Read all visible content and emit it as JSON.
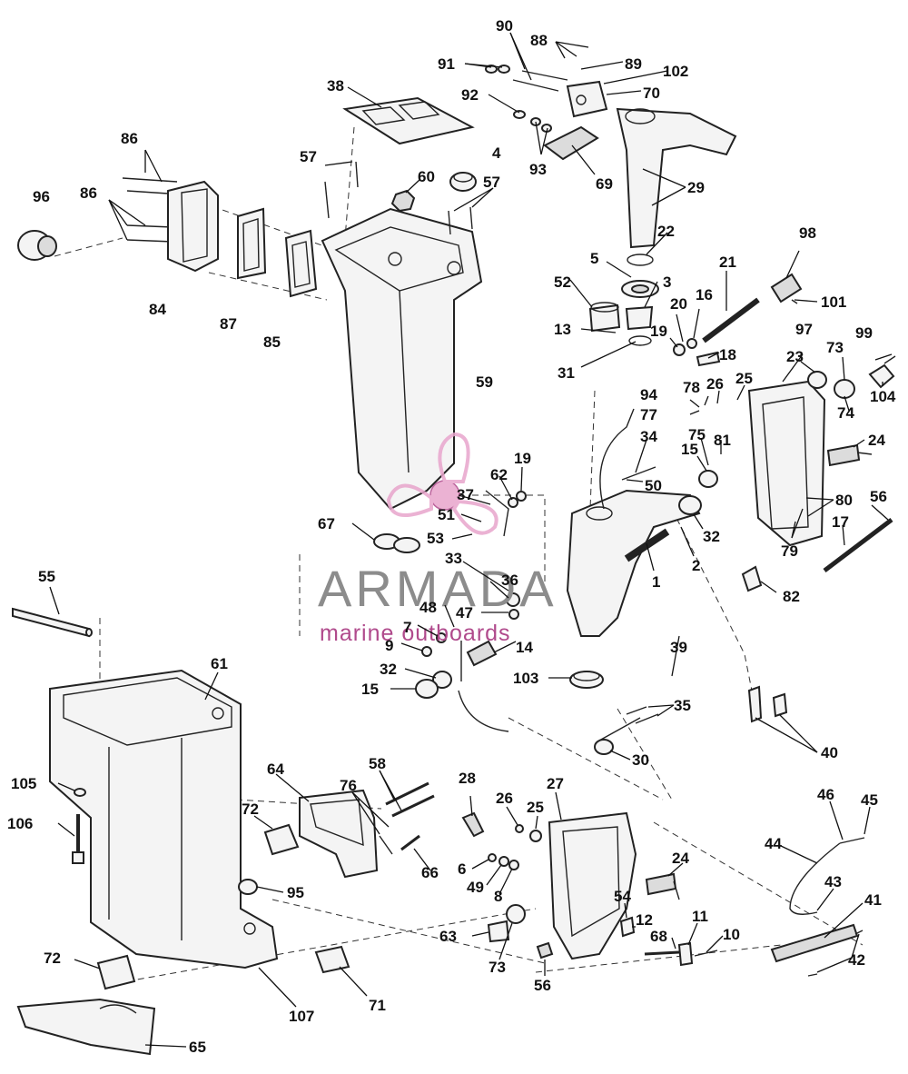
{
  "watermark": {
    "brand": "ARMADA",
    "tagline": "marine outboards",
    "accent_color": "#e8a5cc",
    "text_color": "#8c8c8c"
  },
  "callouts": [
    {
      "id": "c1",
      "label": "1"
    },
    {
      "id": "c2",
      "label": "2"
    },
    {
      "id": "c3",
      "label": "3"
    },
    {
      "id": "c4",
      "label": "4"
    },
    {
      "id": "c5",
      "label": "5"
    },
    {
      "id": "c6",
      "label": "6"
    },
    {
      "id": "c7",
      "label": "7"
    },
    {
      "id": "c8",
      "label": "8"
    },
    {
      "id": "c9",
      "label": "9"
    },
    {
      "id": "c10",
      "label": "10"
    },
    {
      "id": "c11",
      "label": "11"
    },
    {
      "id": "c12",
      "label": "12"
    },
    {
      "id": "c13",
      "label": "13"
    },
    {
      "id": "c14",
      "label": "14"
    },
    {
      "id": "c15a",
      "label": "15"
    },
    {
      "id": "c15b",
      "label": "15"
    },
    {
      "id": "c16",
      "label": "16"
    },
    {
      "id": "c17",
      "label": "17"
    },
    {
      "id": "c18",
      "label": "18"
    },
    {
      "id": "c19a",
      "label": "19"
    },
    {
      "id": "c19b",
      "label": "19"
    },
    {
      "id": "c20",
      "label": "20"
    },
    {
      "id": "c21",
      "label": "21"
    },
    {
      "id": "c22",
      "label": "22"
    },
    {
      "id": "c23",
      "label": "23"
    },
    {
      "id": "c24a",
      "label": "24"
    },
    {
      "id": "c24b",
      "label": "24"
    },
    {
      "id": "c25a",
      "label": "25"
    },
    {
      "id": "c25b",
      "label": "25"
    },
    {
      "id": "c26a",
      "label": "26"
    },
    {
      "id": "c26b",
      "label": "26"
    },
    {
      "id": "c27",
      "label": "27"
    },
    {
      "id": "c28",
      "label": "28"
    },
    {
      "id": "c29",
      "label": "29"
    },
    {
      "id": "c30",
      "label": "30"
    },
    {
      "id": "c31",
      "label": "31"
    },
    {
      "id": "c32a",
      "label": "32"
    },
    {
      "id": "c32b",
      "label": "32"
    },
    {
      "id": "c33",
      "label": "33"
    },
    {
      "id": "c34",
      "label": "34"
    },
    {
      "id": "c35",
      "label": "35"
    },
    {
      "id": "c36",
      "label": "36"
    },
    {
      "id": "c37",
      "label": "37"
    },
    {
      "id": "c38",
      "label": "38"
    },
    {
      "id": "c39",
      "label": "39"
    },
    {
      "id": "c40",
      "label": "40"
    },
    {
      "id": "c41",
      "label": "41"
    },
    {
      "id": "c42",
      "label": "42"
    },
    {
      "id": "c43",
      "label": "43"
    },
    {
      "id": "c44",
      "label": "44"
    },
    {
      "id": "c45",
      "label": "45"
    },
    {
      "id": "c46",
      "label": "46"
    },
    {
      "id": "c47",
      "label": "47"
    },
    {
      "id": "c48",
      "label": "48"
    },
    {
      "id": "c49",
      "label": "49"
    },
    {
      "id": "c50",
      "label": "50"
    },
    {
      "id": "c51",
      "label": "51"
    },
    {
      "id": "c52",
      "label": "52"
    },
    {
      "id": "c53",
      "label": "53"
    },
    {
      "id": "c54",
      "label": "54"
    },
    {
      "id": "c55",
      "label": "55"
    },
    {
      "id": "c56a",
      "label": "56"
    },
    {
      "id": "c56b",
      "label": "56"
    },
    {
      "id": "c57a",
      "label": "57"
    },
    {
      "id": "c57b",
      "label": "57"
    },
    {
      "id": "c58",
      "label": "58"
    },
    {
      "id": "c59",
      "label": "59"
    },
    {
      "id": "c60",
      "label": "60"
    },
    {
      "id": "c61",
      "label": "61"
    },
    {
      "id": "c62",
      "label": "62"
    },
    {
      "id": "c63",
      "label": "63"
    },
    {
      "id": "c64",
      "label": "64"
    },
    {
      "id": "c65",
      "label": "65"
    },
    {
      "id": "c66",
      "label": "66"
    },
    {
      "id": "c67",
      "label": "67"
    },
    {
      "id": "c68",
      "label": "68"
    },
    {
      "id": "c69",
      "label": "69"
    },
    {
      "id": "c70",
      "label": "70"
    },
    {
      "id": "c71",
      "label": "71"
    },
    {
      "id": "c72a",
      "label": "72"
    },
    {
      "id": "c72b",
      "label": "72"
    },
    {
      "id": "c73a",
      "label": "73"
    },
    {
      "id": "c73b",
      "label": "73"
    },
    {
      "id": "c74",
      "label": "74"
    },
    {
      "id": "c75",
      "label": "75"
    },
    {
      "id": "c76",
      "label": "76"
    },
    {
      "id": "c77",
      "label": "77"
    },
    {
      "id": "c78",
      "label": "78"
    },
    {
      "id": "c79",
      "label": "79"
    },
    {
      "id": "c80",
      "label": "80"
    },
    {
      "id": "c81",
      "label": "81"
    },
    {
      "id": "c82",
      "label": "82"
    },
    {
      "id": "c84",
      "label": "84"
    },
    {
      "id": "c85",
      "label": "85"
    },
    {
      "id": "c86a",
      "label": "86"
    },
    {
      "id": "c86b",
      "label": "86"
    },
    {
      "id": "c87",
      "label": "87"
    },
    {
      "id": "c88",
      "label": "88"
    },
    {
      "id": "c89",
      "label": "89"
    },
    {
      "id": "c90",
      "label": "90"
    },
    {
      "id": "c91",
      "label": "91"
    },
    {
      "id": "c92",
      "label": "92"
    },
    {
      "id": "c93",
      "label": "93"
    },
    {
      "id": "c94",
      "label": "94"
    },
    {
      "id": "c95",
      "label": "95"
    },
    {
      "id": "c96",
      "label": "96"
    },
    {
      "id": "c97",
      "label": "97"
    },
    {
      "id": "c98",
      "label": "98"
    },
    {
      "id": "c99",
      "label": "99"
    },
    {
      "id": "c101",
      "label": "101"
    },
    {
      "id": "c102",
      "label": "102"
    },
    {
      "id": "c103",
      "label": "103"
    },
    {
      "id": "c104",
      "label": "104"
    },
    {
      "id": "c105",
      "label": "105"
    },
    {
      "id": "c106",
      "label": "106"
    },
    {
      "id": "c107",
      "label": "107"
    }
  ]
}
